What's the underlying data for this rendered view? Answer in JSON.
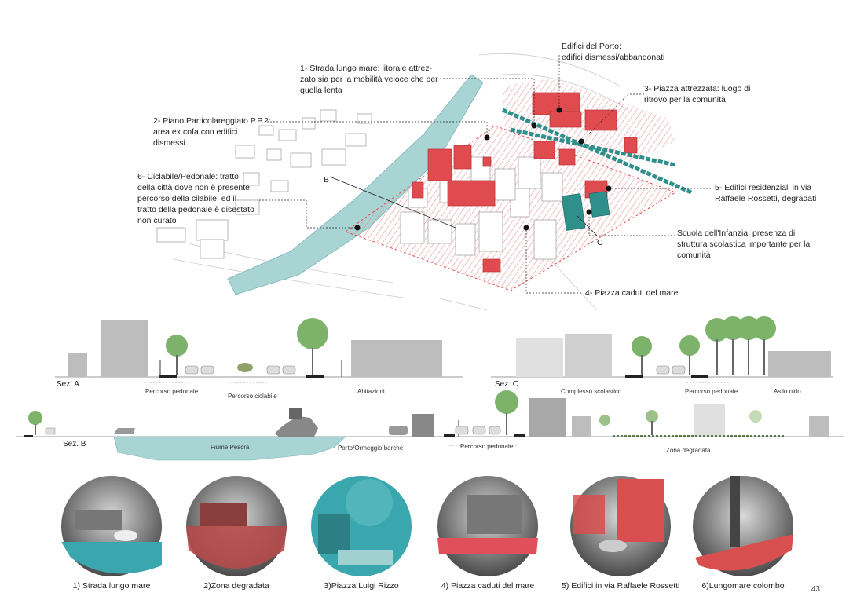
{
  "map": {
    "annotations": [
      {
        "id": "edifici-porto",
        "title": "Edifici del Porto:",
        "text": "edifici dismessi/abbandonati"
      },
      {
        "id": "strada-lungomare",
        "text": "1- Strada lungo mare: litorale attrez-zato sia per la mobilità veloce che per quella lenta"
      },
      {
        "id": "piazza-attrezzata",
        "text": "3- Piazza attrezzata: luogo di ritrovo per la comunità"
      },
      {
        "id": "piano-particolareggiato",
        "text": "2- Piano Particolareggiato P.P.2: area ex cofa con edifici dismessi"
      },
      {
        "id": "ciclabile-pedonale",
        "text": "6- Ciclabile/Pedonale: tratto della città dove non è presente percorso della cilabile, ed il tratto della pedonale è disestato non curato"
      },
      {
        "id": "edifici-residenziali",
        "text": "5- Edifici residenziali in via Raffaele Rossetti, degradati"
      },
      {
        "id": "scuola-infanzia",
        "text": "Scuola dell'Infanzia: presenza di struttura scolastica importante per la comunità"
      },
      {
        "id": "piazza-caduti",
        "text": "4- Piazza caduti del mare"
      }
    ],
    "markers": [
      "B",
      "C"
    ]
  },
  "sections": {
    "sez_a": {
      "label": "Sez. A",
      "notes": [
        "Percorso pedonale",
        "Percorso ciclabile",
        "Abitazioni"
      ]
    },
    "sez_c": {
      "label": "Sez. C",
      "notes": [
        "Complesso scolastico",
        "Percorso pedonale",
        "Asilo nido"
      ]
    },
    "sez_b": {
      "label": "Sez. B",
      "notes": [
        "Fiume Pescra",
        "Porto/Ormeggio barche",
        "Percorso pedonale",
        "Zona degradata"
      ]
    }
  },
  "photos": [
    {
      "caption": "1) Strada lungo mare",
      "tint": "#3aa6ad"
    },
    {
      "caption": "2)Zona degradata",
      "tint": "#b54a4a"
    },
    {
      "caption": "3)Piazza Luigi Rizzo",
      "tint": "#3aa6ad"
    },
    {
      "caption": "4) Piazza caduti del mare",
      "tint": "#e0505a"
    },
    {
      "caption": "5) Edifici in via Raffaele Rossetti",
      "tint": "#d94f4f"
    },
    {
      "caption": "6)Lungomare colombo",
      "tint": "#d94f4f"
    }
  ],
  "page_number": "43",
  "colors": {
    "river": "#a8d4d4",
    "red": "#e04b4f",
    "teal": "#2f8f8a",
    "gray": "#bdbdbd"
  }
}
